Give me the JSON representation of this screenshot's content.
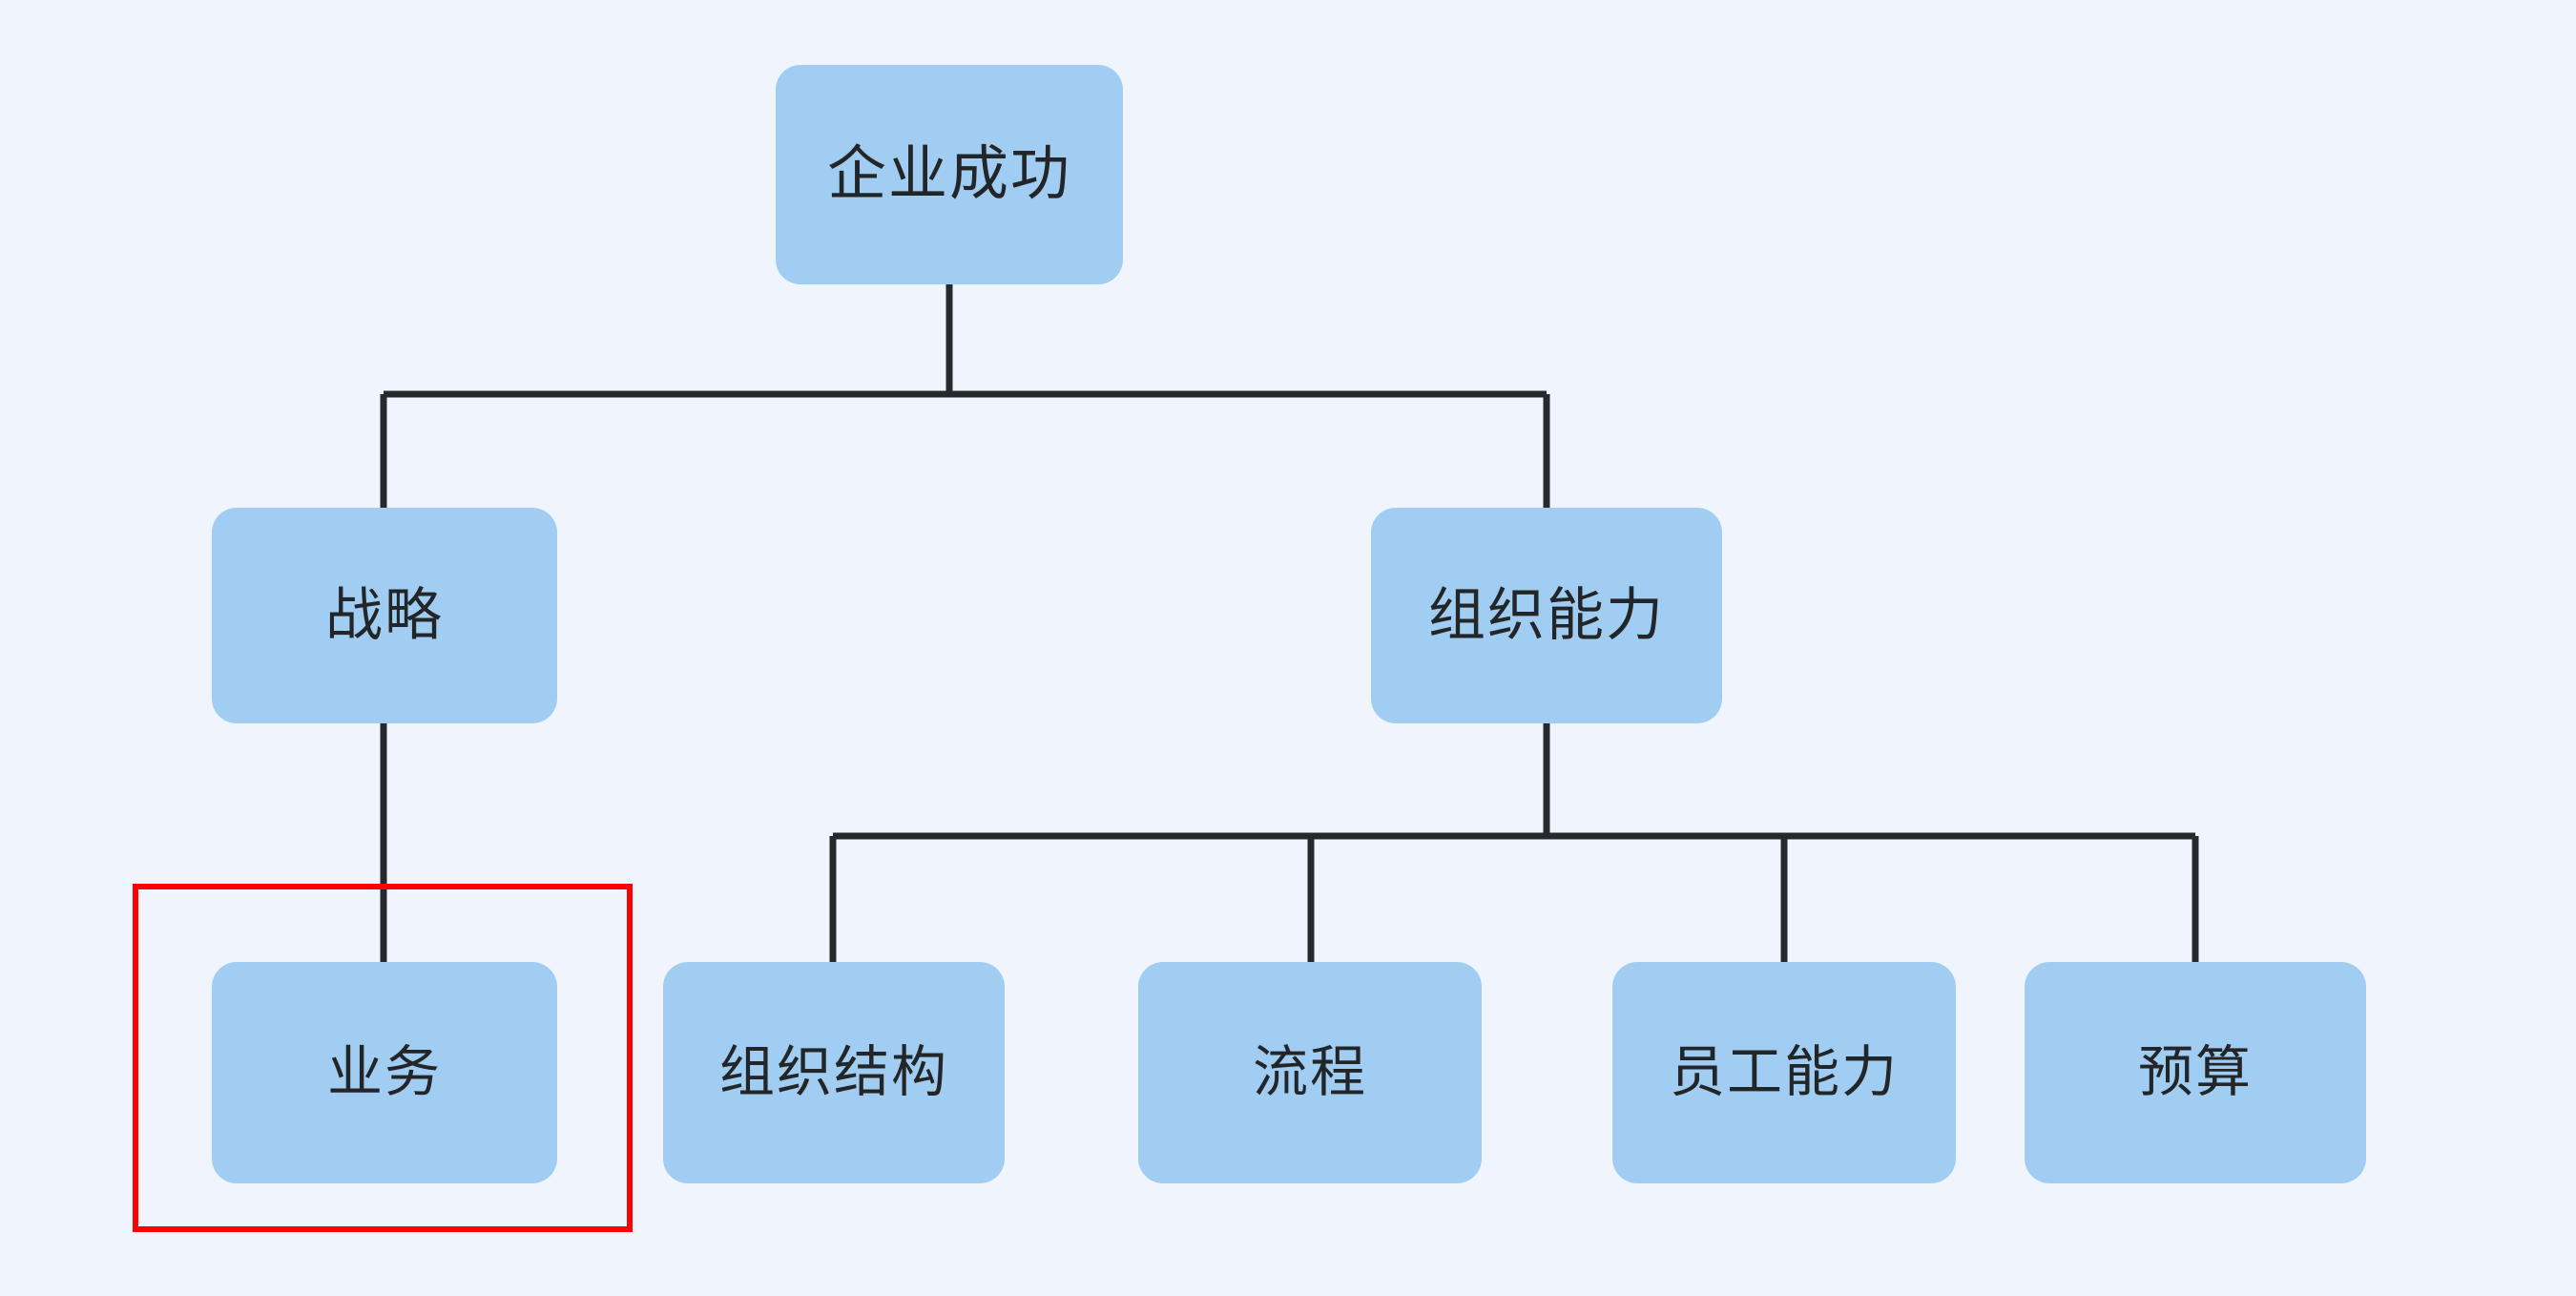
{
  "diagram": {
    "title_node": "企业成功",
    "background_color": "#f0f5fd",
    "node_fill_color": "#a2cdf2",
    "node_text_color": "#232629",
    "edge_color": "#262a2e",
    "highlight_color": "#ff0000",
    "nodes": [
      {
        "id": "root",
        "label": "企业成功",
        "level": 1
      },
      {
        "id": "strategy",
        "label": "战略",
        "level": 2
      },
      {
        "id": "orgcap",
        "label": "组织能力",
        "level": 2
      },
      {
        "id": "business",
        "label": "业务",
        "level": 3,
        "highlighted": true
      },
      {
        "id": "orgstruct",
        "label": "组织结构",
        "level": 3
      },
      {
        "id": "process",
        "label": "流程",
        "level": 3
      },
      {
        "id": "staffcap",
        "label": "员工能力",
        "level": 3
      },
      {
        "id": "budget",
        "label": "预算",
        "level": 3
      }
    ],
    "edges": [
      {
        "from": "root",
        "to": "strategy"
      },
      {
        "from": "root",
        "to": "orgcap"
      },
      {
        "from": "strategy",
        "to": "business"
      },
      {
        "from": "orgcap",
        "to": "orgstruct"
      },
      {
        "from": "orgcap",
        "to": "process"
      },
      {
        "from": "orgcap",
        "to": "staffcap"
      },
      {
        "from": "orgcap",
        "to": "budget"
      }
    ],
    "highlight": {
      "target_node": "business",
      "stroke_color": "#ff0000",
      "stroke_width": "6"
    }
  }
}
